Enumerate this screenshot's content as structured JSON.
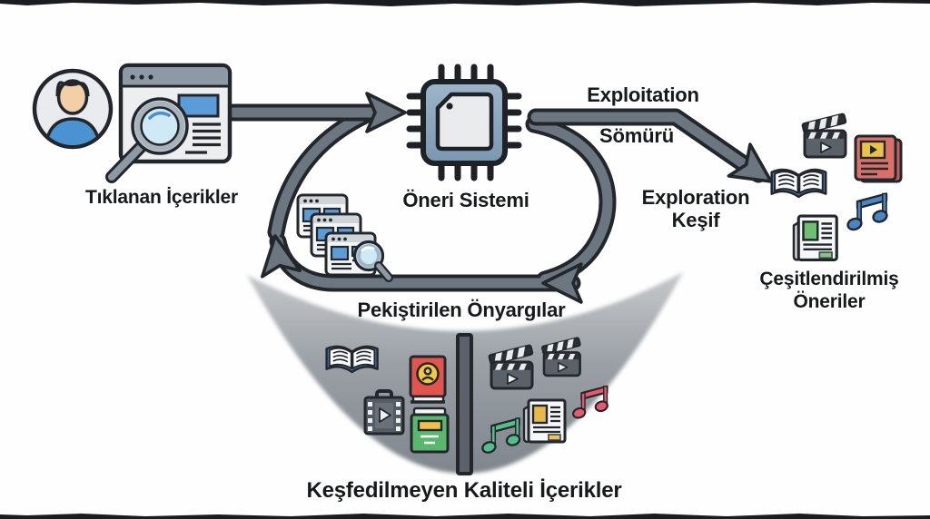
{
  "nodes": {
    "clicked_contents": {
      "label": "Tıklanan İçerikler"
    },
    "recommendation_system": {
      "label": "Öneri Sistemi"
    },
    "diversified_recommendations": {
      "line1": "Çeşitlendirilmiş",
      "line2": "Öneriler"
    },
    "reinforced_biases": {
      "label": "Pekiştirilen Önyargılar"
    },
    "undiscovered_quality": {
      "label": "Keşfedilmeyen Kaliteli İçerikler"
    }
  },
  "edges": {
    "exploitation": {
      "label_en": "Exploitation",
      "label_tr": "Sömürü"
    },
    "exploration": {
      "label_en": "Exploration",
      "label_tr": "Keşif"
    }
  },
  "icons": {
    "left_group": [
      "user-avatar-icon",
      "browser-window-icon",
      "magnifier-icon"
    ],
    "center": [
      "cpu-chip-icon",
      "browser-stack-icon",
      "small-magnifier-icon"
    ],
    "right_group": [
      "clapperboard-icon",
      "video-news-card-icon",
      "open-book-icon",
      "music-note-icon",
      "newspaper-icon"
    ],
    "bowl_left": [
      "open-book-icon",
      "author-book-icon",
      "video-case-icon",
      "green-book-icon"
    ],
    "bowl_right": [
      "clapperboard-icon",
      "clapperboard-icon",
      "music-note-icon",
      "newspaper-icon",
      "music-note-icon"
    ]
  },
  "colors": {
    "outline": "#23272b",
    "arrow_fill": "#6b7680",
    "chip_body": "#8aa6bd",
    "chip_inner": "#e9ebec",
    "bowl_light": "#c9cbcd",
    "bowl_dark": "#7e848b",
    "accent_blue": "#5b9bd8",
    "book_blue": "#4a7db0",
    "book_red": "#e2544e",
    "book_green": "#58b96e",
    "note_green": "#52c08a",
    "note_pink": "#e8596e",
    "note_blue": "#4a86c5",
    "news_green": "#6fbf73",
    "news_yellow": "#e8b84a",
    "lens_blue": "#cfe9f6"
  }
}
